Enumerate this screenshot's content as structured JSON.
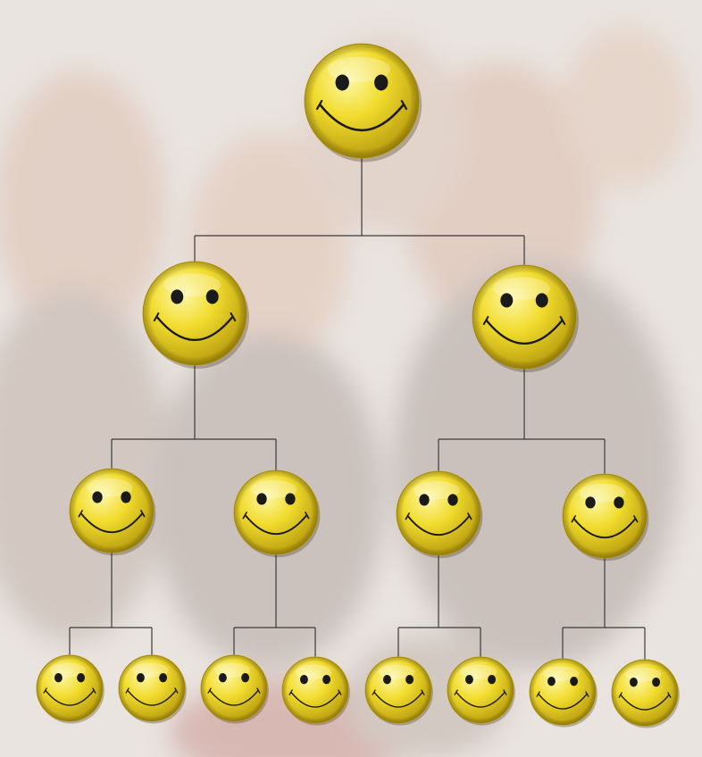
{
  "diagram": {
    "type": "hierarchy-tree",
    "levels": 4,
    "branching": 2,
    "node_icon": "smiley-face-icon",
    "colors": {
      "face": "#f2dc2e",
      "face_highlight": "#fdf7a8",
      "face_shadow": "#b99d0e",
      "feature": "#1a1a1a",
      "connector": "#3a3a3a",
      "backdrop": "#e3ddd8"
    }
  }
}
